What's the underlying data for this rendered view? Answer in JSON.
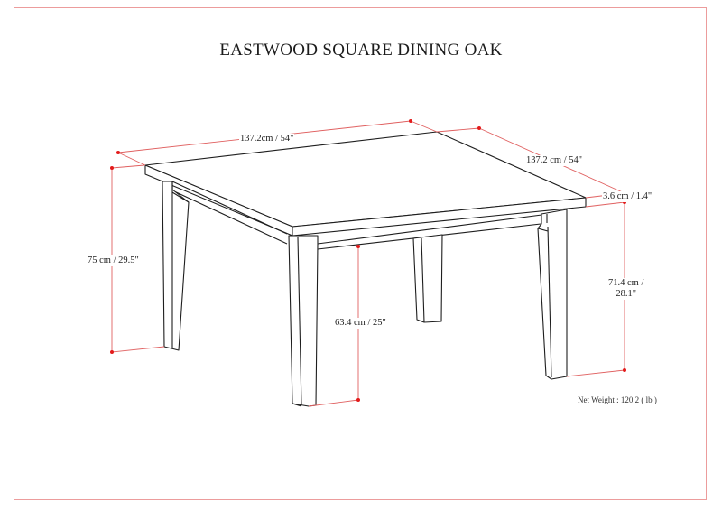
{
  "title": "EASTWOOD SQUARE DINING OAK",
  "colors": {
    "frame": "#ec9c9c",
    "dimension_line": "#e06060",
    "dimension_point": "#e31b1b",
    "outline": "#1e1e1e"
  },
  "dimensions": {
    "top_width": "137.2cm / 54\"",
    "top_depth": "137.2 cm / 54\"",
    "top_thickness": "3.6 cm / 1.4\"",
    "overall_height": "75 cm / 29.5\"",
    "apron_clearance": "63.4 cm / 25\"",
    "side_height_line1": "71.4 cm /",
    "side_height_line2": "28.1\""
  },
  "net_weight": "Net Weight : 120.2 ( lb )"
}
